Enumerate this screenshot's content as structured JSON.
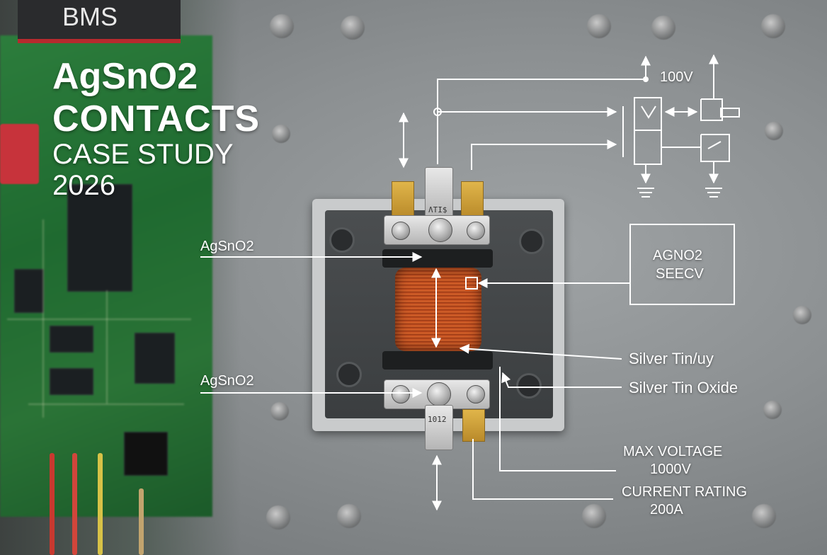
{
  "photo": {
    "board_label": "BMS",
    "headline": [
      "AgSnO2",
      "CONTACTS",
      "CASE STUDY",
      "2026"
    ],
    "relay_stamps": {
      "top": "ɅTI$",
      "bottom": "1012"
    },
    "callouts": {
      "top_left": "AgSnO2",
      "bottom_left": "AgSnO2",
      "right_1": "Silver Tin/uy",
      "right_2": "Silver Tin Oxide",
      "max_voltage_title": "MAX VOLTAGE",
      "max_voltage_value": "1000V",
      "current_rating_title": "CURRENT RATING",
      "current_rating_value": "200A"
    },
    "spec_box": [
      "AGNO2",
      "SEECV"
    ],
    "schematic_voltage": "100V"
  },
  "colors": {
    "pcb_green": "#2c7d3c",
    "coil_copper": "#d8652c",
    "terminal_brass": "#e0b54a",
    "label_white": "#ffffff",
    "board_red": "#c7333b"
  },
  "icons": [
    "double-arrow-icon",
    "ground-symbol-icon",
    "transistor-symbol-icon"
  ]
}
